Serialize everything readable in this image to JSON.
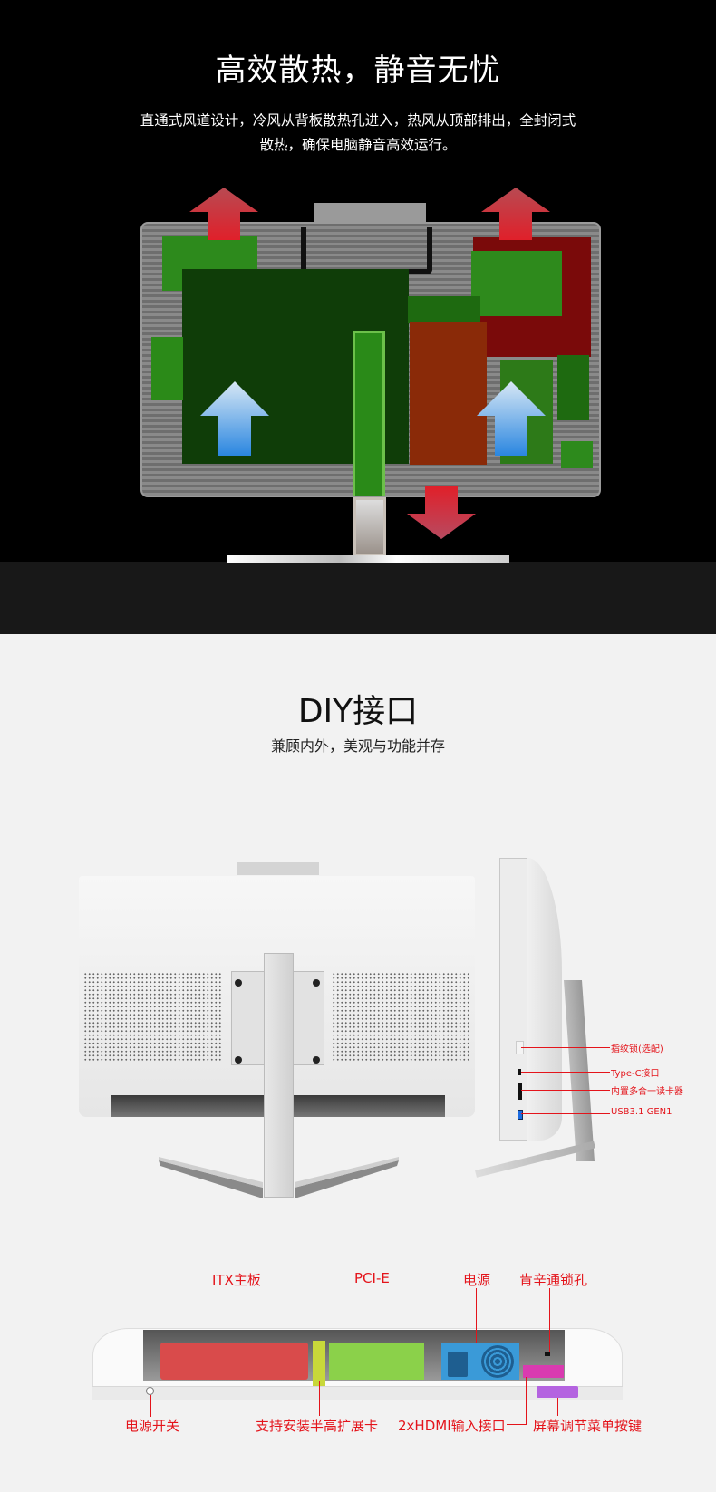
{
  "cooling": {
    "title": "高效散热，静音无忧",
    "description_line1": "直通式风道设计，冷风从背板散热孔进入，热风从顶部排出，全封闭式",
    "description_line2": "散热，确保电脑静音高效运行。",
    "colors": {
      "hot_arrow": "#d8232a",
      "cool_arrow": "#3a8fe0",
      "board_green": "#1f7a10",
      "heat_red": "#9a1a0a"
    }
  },
  "diy": {
    "title": "DIY接口",
    "subtitle": "兼顾内外，美观与功能并存",
    "side_callouts": [
      {
        "label": "指纹锁(选配)"
      },
      {
        "label": "Type-C接口"
      },
      {
        "label": "内置多合一读卡器"
      },
      {
        "label": "USB3.1 GEN1"
      }
    ],
    "bottom_callouts_top": [
      {
        "label": "ITX主板"
      },
      {
        "label": "PCI-E"
      },
      {
        "label": "电源"
      },
      {
        "label": "肯辛通锁孔"
      }
    ],
    "bottom_callouts_bottom": [
      {
        "label": "电源开关"
      },
      {
        "label": "支持安装半高扩展卡"
      },
      {
        "label": "2xHDMI输入接口"
      },
      {
        "label": "屏幕调节菜单按键"
      }
    ],
    "colors": {
      "label_red": "#e4141b",
      "itx": "#d94b4b",
      "pcie": "#8bd14a",
      "psu": "#3a9ad8",
      "hdmi": "#d93ab0",
      "menu_buttons": "#b463e0",
      "expansion": "#c8d83a"
    }
  }
}
